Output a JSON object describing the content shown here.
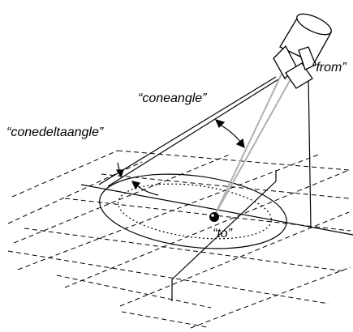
{
  "diagram": {
    "labels": {
      "from": "“from”",
      "to": "“to”",
      "coneangle": "“coneangle”",
      "conedeltaangle": "“conedeltaangle”"
    },
    "colors": {
      "line": "#000000",
      "axis": "#b0b0b0",
      "background": "#ffffff"
    },
    "icons": {
      "light": "spotlight-icon",
      "target": "target-point-icon"
    }
  }
}
